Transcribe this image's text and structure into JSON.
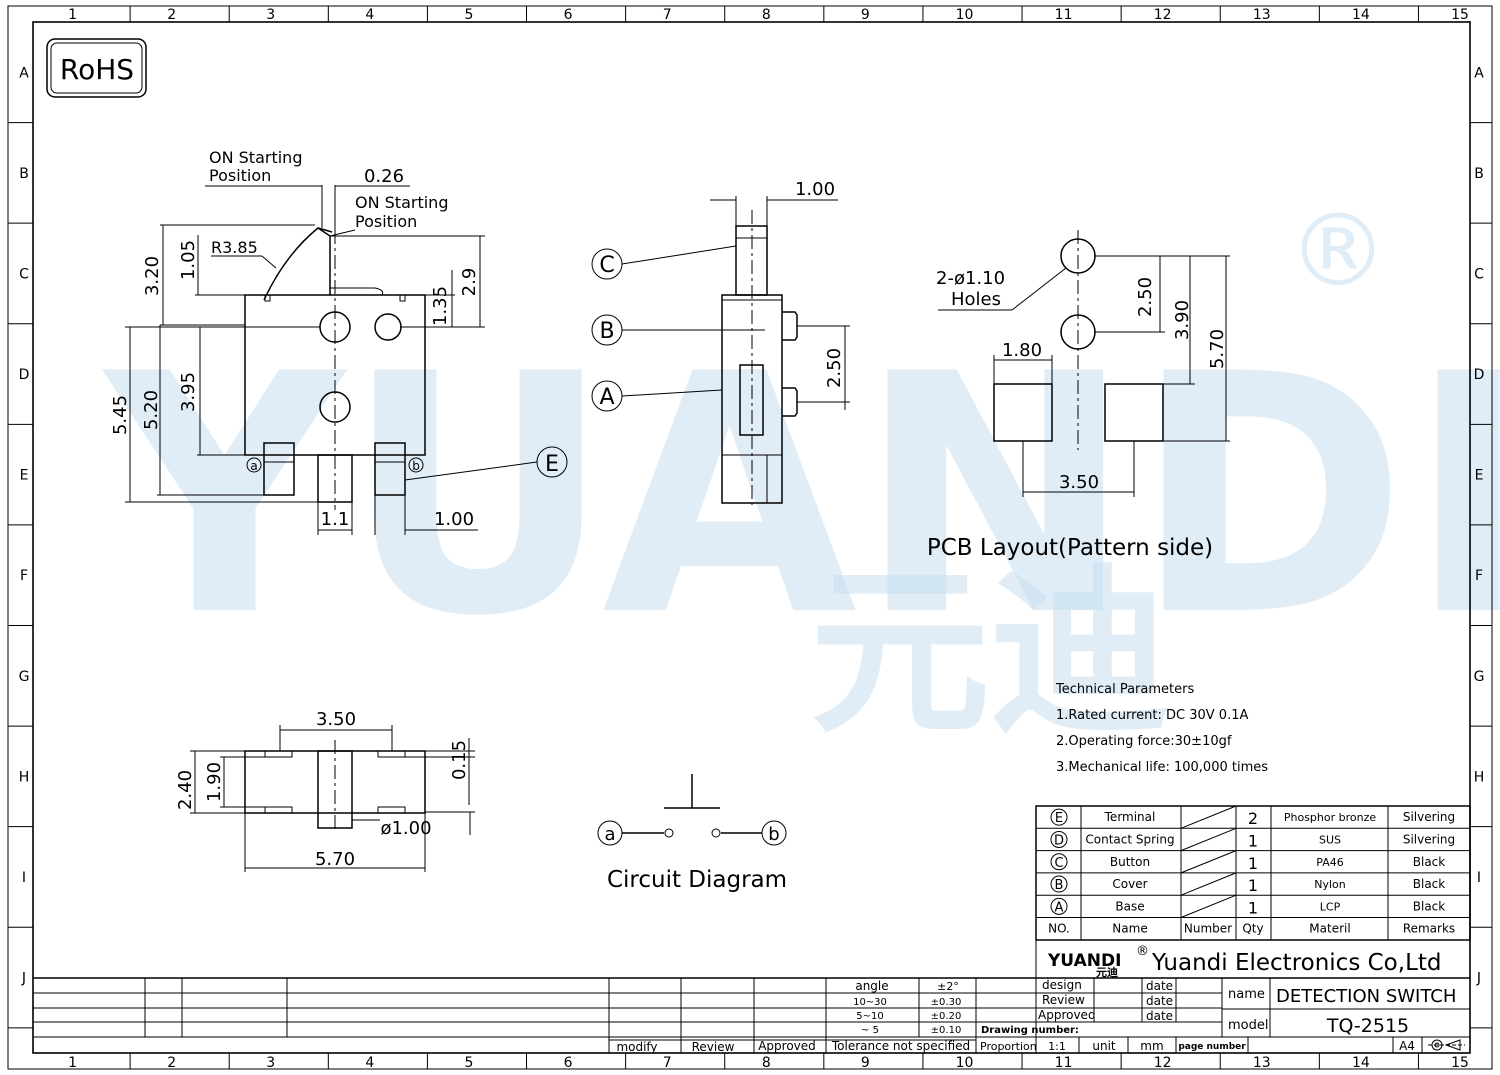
{
  "rohs": "RoHS",
  "border": {
    "columns": [
      "1",
      "2",
      "3",
      "4",
      "5",
      "6",
      "7",
      "8",
      "9",
      "10",
      "11",
      "12",
      "13",
      "14",
      "15"
    ],
    "rows": [
      "A",
      "B",
      "C",
      "D",
      "E",
      "F",
      "G",
      "H",
      "I",
      "J"
    ]
  },
  "watermark": {
    "text": "YUANDI",
    "cn": "元迪",
    "registered": "®"
  },
  "side_view": {
    "on_start_1": [
      "ON Starting",
      "Position"
    ],
    "on_start_2": [
      "ON Starting",
      "Position"
    ],
    "dims": {
      "d026": "0.26",
      "r385": "R3.85",
      "d320": "3.20",
      "d105": "1.05",
      "d29": "2.9",
      "d135": "1.35",
      "d545": "5.45",
      "d520": "5.20",
      "d395": "3.95",
      "d11": "1.1",
      "d100": "1.00"
    },
    "pin_a": "a",
    "pin_b": "b",
    "callout_e": "E"
  },
  "front_view": {
    "d100": "1.00",
    "d250": "2.50",
    "callouts": [
      "C",
      "B",
      "A"
    ]
  },
  "pcb": {
    "holes": [
      "2-ø1.10",
      "Holes"
    ],
    "dims": {
      "d180": "1.80",
      "d250": "2.50",
      "d390": "3.90",
      "d570": "5.70",
      "d350": "3.50"
    },
    "title": "PCB Layout(Pattern side)"
  },
  "tech": {
    "title": "Technical Parameters",
    "lines": [
      "1.Rated current: DC 30V 0.1A",
      "2.Operating force:30±10gf",
      "3.Mechanical life: 100,000 times"
    ]
  },
  "bottom_view": {
    "dims": {
      "d350": "3.50",
      "d015": "0.15",
      "d240": "2.40",
      "d190": "1.90",
      "d100": "ø1.00",
      "d570": "5.70"
    }
  },
  "circuit": {
    "a": "a",
    "b": "b",
    "title": "Circuit Diagram"
  },
  "bom": {
    "rows": [
      {
        "no": "E",
        "name": "Terminal",
        "qty": "2",
        "material": "Phosphor bronze",
        "remarks": "Silvering"
      },
      {
        "no": "D",
        "name": "Contact Spring",
        "qty": "1",
        "material": "SUS",
        "remarks": "Silvering"
      },
      {
        "no": "C",
        "name": "Button",
        "qty": "1",
        "material": "PA46",
        "remarks": "Black"
      },
      {
        "no": "B",
        "name": "Cover",
        "qty": "1",
        "material": "Nylon",
        "remarks": "Black"
      },
      {
        "no": "A",
        "name": "Base",
        "qty": "1",
        "material": "LCP",
        "remarks": "Black"
      }
    ],
    "header": {
      "no": "NO.",
      "name": "Name",
      "number": "Number",
      "qty": "Qty",
      "material": "Materil",
      "remarks": "Remarks"
    }
  },
  "title_block": {
    "logo": "YUANDI",
    "logo_cn": "元迪",
    "reg": "®",
    "company": "Yuandi Electronics Co,Ltd",
    "name_label": "name",
    "name_value": "DETECTION SWITCH",
    "model_label": "model",
    "model_value": "TQ-2515",
    "design": "design",
    "review": "Review",
    "approved": "Approved",
    "date": "date",
    "drawing_number": "Drawing number:",
    "proportion": "Proportion",
    "proportion_value": "1:1",
    "unit": "unit",
    "unit_value": "mm",
    "page_number": "page number",
    "paper": "A4",
    "tol": {
      "angle": "angle",
      "angle_v": "±2°",
      "r1": "10~30",
      "r1v": "±0.30",
      "r2": "5~10",
      "r2v": "±0.20",
      "r3": "~ 5",
      "r3v": "±0.10",
      "ns": "Tolerance not specified"
    },
    "rev": {
      "modify": "modify",
      "review": "Review",
      "approved": "Approved"
    }
  }
}
